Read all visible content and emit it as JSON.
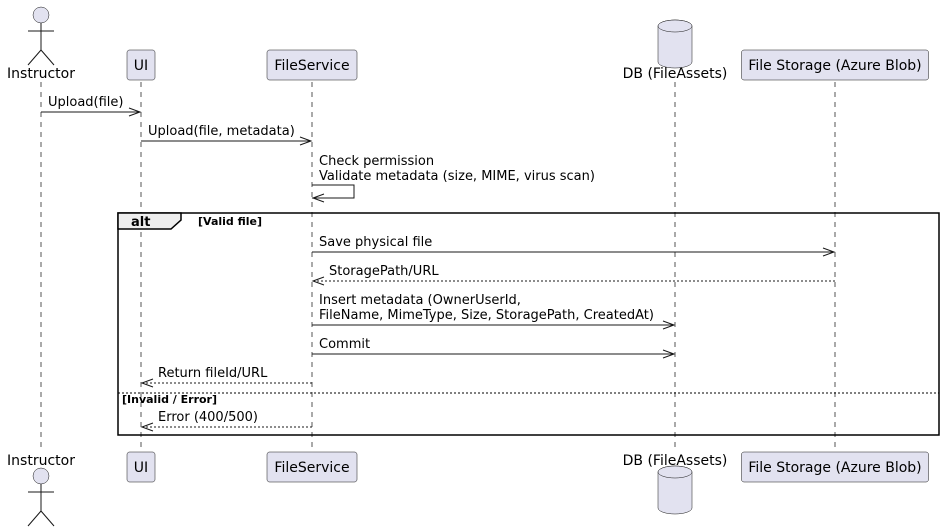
{
  "participants": [
    {
      "id": "instructor",
      "label": "Instructor",
      "kind": "actor"
    },
    {
      "id": "ui",
      "label": "UI",
      "kind": "participant"
    },
    {
      "id": "fileservice",
      "label": "FileService",
      "kind": "participant"
    },
    {
      "id": "db",
      "label": "DB (FileAssets)",
      "kind": "database"
    },
    {
      "id": "storage",
      "label": "File Storage (Azure Blob)",
      "kind": "participant"
    }
  ],
  "messages": [
    {
      "from": "instructor",
      "to": "ui",
      "lines": [
        "Upload(file)"
      ],
      "style": "sync"
    },
    {
      "from": "ui",
      "to": "fileservice",
      "lines": [
        "Upload(file, metadata)"
      ],
      "style": "sync"
    },
    {
      "from": "fileservice",
      "to": "fileservice",
      "lines": [
        "Check permission",
        "Validate metadata (size, MIME, virus scan)"
      ],
      "style": "self"
    },
    {
      "from": "fileservice",
      "to": "storage",
      "lines": [
        "Save physical file"
      ],
      "style": "sync"
    },
    {
      "from": "storage",
      "to": "fileservice",
      "lines": [
        "StoragePath/URL"
      ],
      "style": "return"
    },
    {
      "from": "fileservice",
      "to": "db",
      "lines": [
        "Insert metadata (OwnerUserId,",
        "FileName, MimeType, Size, StoragePath, CreatedAt)"
      ],
      "style": "sync"
    },
    {
      "from": "fileservice",
      "to": "db",
      "lines": [
        "Commit"
      ],
      "style": "sync"
    },
    {
      "from": "fileservice",
      "to": "ui",
      "lines": [
        "Return fileId/URL"
      ],
      "style": "return"
    },
    {
      "from": "fileservice",
      "to": "ui",
      "lines": [
        "Error (400/500)"
      ],
      "style": "return"
    }
  ],
  "alt_frame": {
    "label": "alt",
    "guards": [
      "[Valid file]",
      "[Invalid / Error]"
    ]
  }
}
